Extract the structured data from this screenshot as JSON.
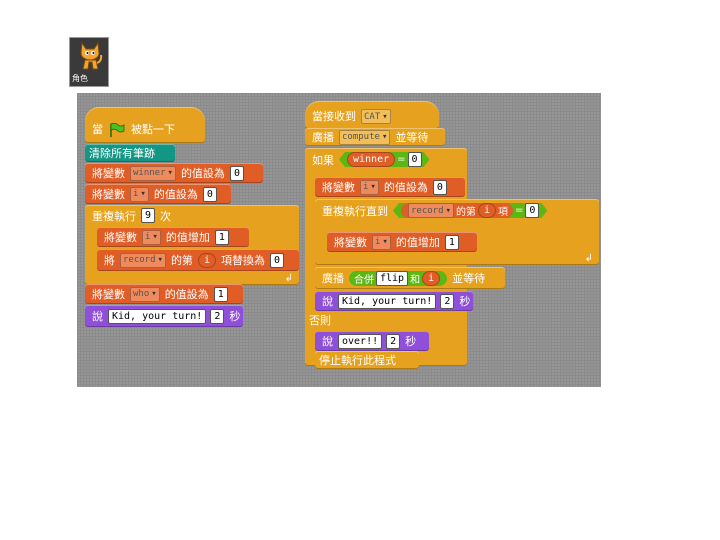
{
  "sprite": {
    "label": "角色",
    "icon": "scratch-cat-icon"
  },
  "colors": {
    "control": "#e6a21f",
    "variables": "#e15d26",
    "pen": "#149685",
    "looks": "#8f4fd8",
    "operators": "#5cb712",
    "canvas": "#969696"
  },
  "script1": {
    "when": "當",
    "flag_clicked": "被點一下",
    "clear": "清除所有筆跡",
    "set_var_prefix": "將變數",
    "set_to": "的值設為",
    "set_winner": {
      "var": "winner",
      "value": "0"
    },
    "set_i": {
      "var": "i",
      "value": "0"
    },
    "repeat": "重複執行",
    "repeat_count": "9",
    "repeat_suffix": "次",
    "change_by": "的值增加",
    "change_i": {
      "var": "i",
      "value": "1"
    },
    "replace_prefix": "將",
    "replace_list": "record",
    "replace_item_of": "的第",
    "replace_index": "i",
    "replace_with": "項替換為",
    "replace_value": "0",
    "set_who": {
      "var": "who",
      "value": "1"
    },
    "say": "說",
    "say_text": "Kid, your turn!",
    "say_secs": "2",
    "secs": "秒"
  },
  "script2": {
    "when_receive": "當接收到",
    "message": "CAT",
    "broadcast": "廣播",
    "broadcast_msg": "compute",
    "and_wait": "並等待",
    "if": "如果",
    "cond_var": "winner",
    "eq": "=",
    "cond_value": "0",
    "set_var_prefix": "將變數",
    "set_to": "的值設為",
    "set_i_var": "i",
    "set_i_value": "0",
    "repeat_until": "重複執行直到",
    "list_name": "record",
    "item_of": "的第",
    "item_index": "i",
    "item_suffix": "項",
    "until_value": "0",
    "change_by": "的值增加",
    "change_i_var": "i",
    "change_i_value": "1",
    "broadcast2": "廣播",
    "join": "合併",
    "join_text": "flip",
    "join_and": "和",
    "join_var": "i",
    "and_wait2": "並等待",
    "say": "說",
    "say_text": "Kid, your turn!",
    "say_secs": "2",
    "secs": "秒",
    "else": "否則",
    "say2": "說",
    "say2_text": "over!!",
    "say2_secs": "2",
    "secs2": "秒",
    "stop": "停止執行此程式"
  }
}
